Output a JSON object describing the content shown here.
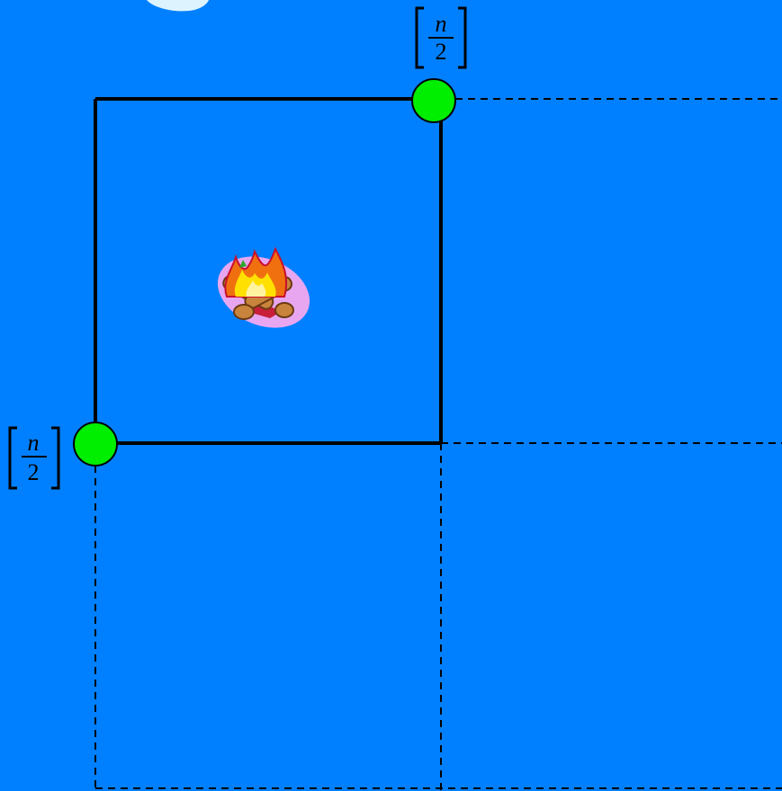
{
  "colors": {
    "background": "#0080FF",
    "solid_line": "#000000",
    "dashed_line": "#000000",
    "node_fill": "#00EE00",
    "node_stroke": "#000000",
    "cloud_fill": "#DDF4FF",
    "fire_glow": "#E8A6F0"
  },
  "labels": {
    "top": {
      "numerator": "n",
      "denominator": "2"
    },
    "left": {
      "numerator": "n",
      "denominator": "2"
    }
  },
  "icons": {
    "campfire": "campfire-icon",
    "cloud": "cloud-icon"
  }
}
